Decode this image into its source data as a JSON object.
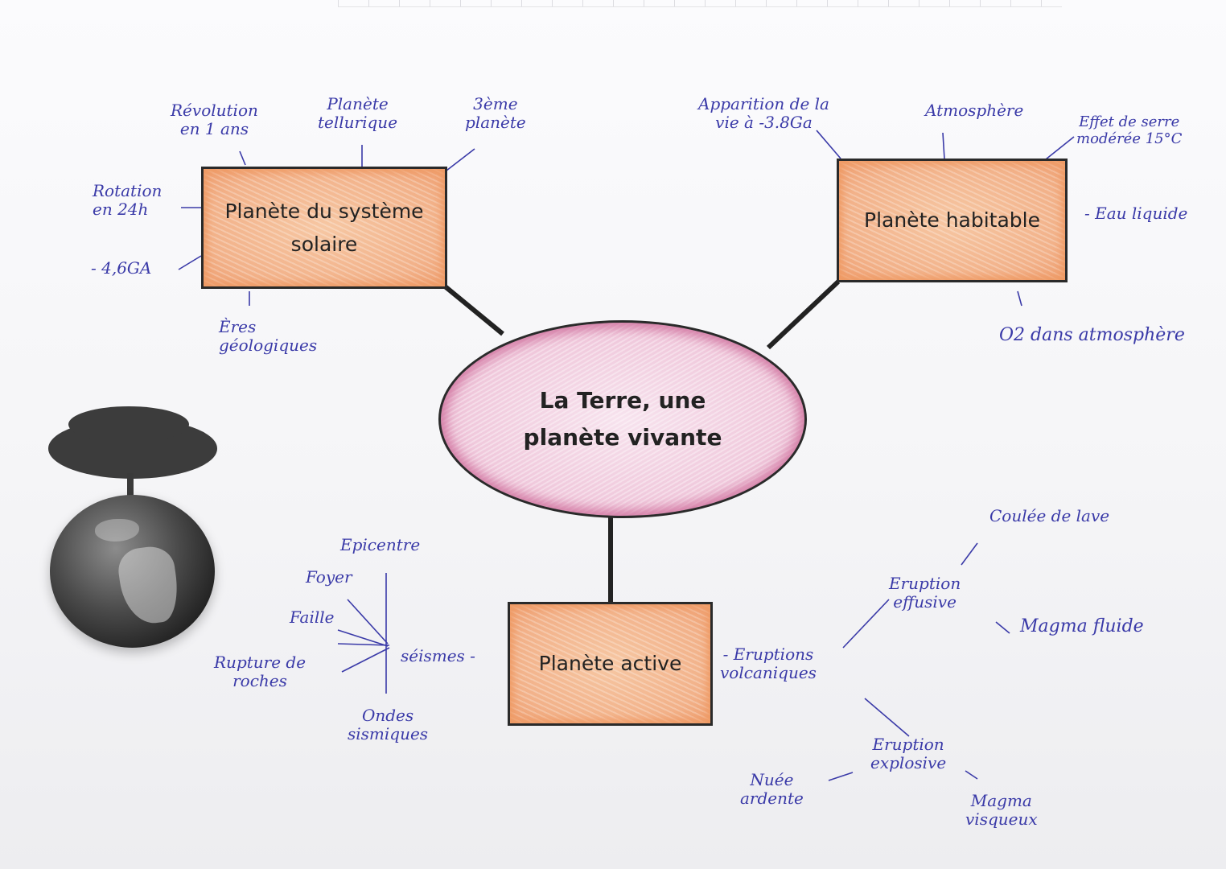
{
  "center": {
    "line1": "La Terre, une",
    "line2": "planète vivante"
  },
  "boxes": {
    "solaire": {
      "line1": "Planète du système",
      "line2": "solaire"
    },
    "habitable": {
      "label": "Planète habitable"
    },
    "active": {
      "label": "Planète active"
    }
  },
  "notes_solaire": {
    "revolution": [
      "Révolution",
      "en 1 ans"
    ],
    "tellurique": [
      "Planète",
      "tellurique"
    ],
    "troisieme": [
      "3ème",
      "planète"
    ],
    "rotation": [
      "Rotation",
      "en 24h"
    ],
    "age": "- 4,6GA",
    "eres": [
      "Ères",
      "géologiques"
    ]
  },
  "notes_habitable": {
    "apparition": [
      "Apparition de la",
      "vie à -3.8Ga"
    ],
    "atmosphere": "Atmosphère",
    "effet": [
      "Effet de serre",
      "modérée 15°C"
    ],
    "eau": "- Eau liquide",
    "o2": "O2 dans atmosphère"
  },
  "notes_seismes": {
    "epicentre": "Epicentre",
    "foyer": "Foyer",
    "faille": "Faille",
    "rupture": [
      "Rupture de",
      "roches"
    ],
    "seismes": "séismes -",
    "ondes": [
      "Ondes",
      "sismiques"
    ]
  },
  "notes_volcans": {
    "eruptions": [
      "- Eruptions",
      "volcaniques"
    ],
    "effusive": [
      "Eruption",
      "effusive"
    ],
    "coulee": "Coulée de lave",
    "fluide": "Magma fluide",
    "explosive": [
      "Eruption",
      "explosive"
    ],
    "nuee": [
      "Nuée",
      "ardente"
    ],
    "visqueux": [
      "Magma",
      "visqueux"
    ]
  },
  "colors": {
    "ink": "#3a3aa8",
    "box_fill": "#f2b189",
    "ellipse_fill": "#f0c9dc",
    "border": "#2a2a2a"
  },
  "icons": [
    "tree-on-globe-image"
  ]
}
